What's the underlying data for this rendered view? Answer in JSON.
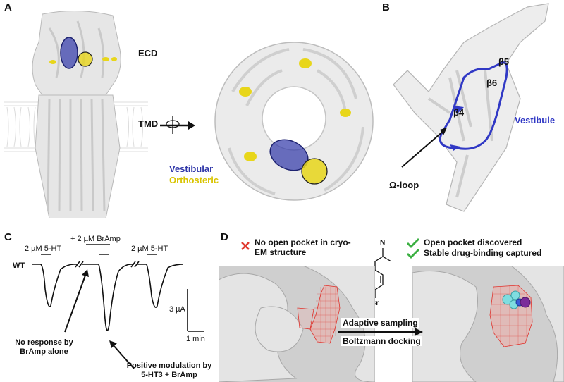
{
  "panels": {
    "a": {
      "letter": "A",
      "ecd": "ECD",
      "tmd": "TMD",
      "legend_vestibular": "Vestibular",
      "legend_orthosteric": "Orthosteric",
      "colors": {
        "vestibular": "#2f36a8",
        "orthosteric": "#e8d61a"
      }
    },
    "b": {
      "letter": "B",
      "beta5": "β5",
      "beta6": "β6",
      "beta4": "β4",
      "vestibule": "Vestibule",
      "omega_loop": "Ω-loop"
    },
    "c": {
      "letter": "C",
      "app1": "2 µM 5-HT",
      "app2": "+ 2 µM BrAmp",
      "app3": "2 µM 5-HT",
      "wt": "WT",
      "scale_y": "3 µA",
      "scale_x": "1 min",
      "note_left": "No response by BrAmp alone",
      "note_right": "Positive modulation by 5-HT3 + BrAmp"
    },
    "d": {
      "letter": "D",
      "no_pocket": "No open pocket in cryo-EM structure",
      "open_pocket": "Open pocket discovered",
      "stable_binding": "Stable drug-binding captured",
      "mol_n": "N",
      "mol_br": "Br",
      "method1": "Adaptive sampling",
      "method2": "Boltzmann docking",
      "colors": {
        "cross": "#e03a2f",
        "check": "#3cb043",
        "mesh": "#e0302a"
      }
    }
  }
}
